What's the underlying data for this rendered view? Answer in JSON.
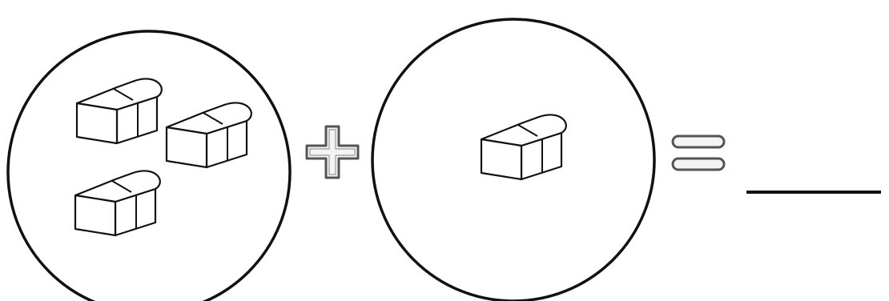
{
  "problem": {
    "groups": [
      {
        "item": "eraser",
        "count": 3
      },
      {
        "item": "eraser",
        "count": 1
      }
    ],
    "operator": "+",
    "equals": "=",
    "answer": ""
  },
  "colors": {
    "stroke": "#111111",
    "fill": "#ffffff",
    "symbol_fill": "#f4f4f4",
    "symbol_outline": "#555555"
  },
  "icons": {
    "item": "eraser-icon",
    "operator": "plus-icon",
    "equals": "equals-icon"
  }
}
